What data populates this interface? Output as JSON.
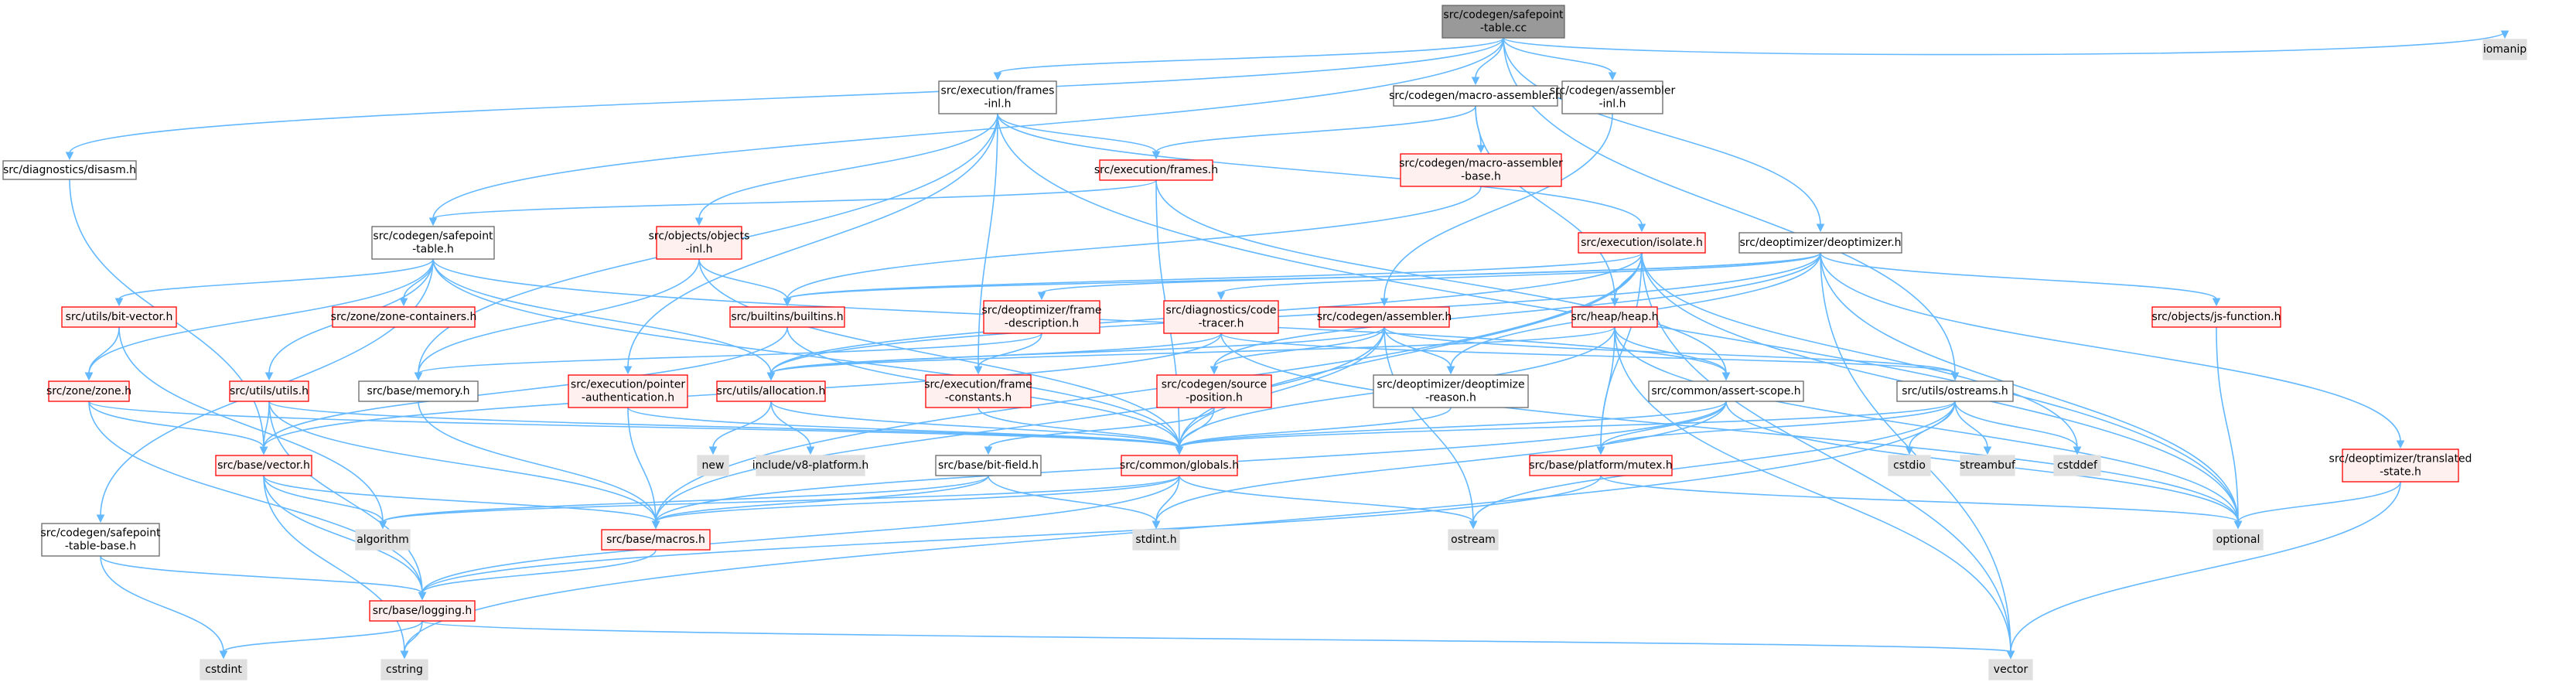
{
  "colors": {
    "edge": "#63B8FF",
    "root_fill": "#999999",
    "root_border": "#666666",
    "normal_fill": "#FFFFFF",
    "normal_border": "#666666",
    "red_fill": "#FFF0F0",
    "red_border": "#FF0000",
    "sys_fill": "#E0E0E0",
    "sys_border": "#E0E0E0",
    "text": "#000000"
  },
  "nodes": [
    {
      "id": "root",
      "lines": [
        "src/codegen/safepoint",
        "-table.cc"
      ],
      "style": "root"
    },
    {
      "id": "disasm",
      "lines": [
        "src/diagnostics/disasm.h"
      ],
      "style": "normal"
    },
    {
      "id": "frames_inl",
      "lines": [
        "src/execution/frames",
        "-inl.h"
      ],
      "style": "normal"
    },
    {
      "id": "macro_asm",
      "lines": [
        "src/codegen/macro-assembler.h"
      ],
      "style": "normal"
    },
    {
      "id": "asm_inl",
      "lines": [
        "src/codegen/assembler",
        "-inl.h"
      ],
      "style": "normal"
    },
    {
      "id": "iomanip",
      "lines": [
        "iomanip"
      ],
      "style": "sys"
    },
    {
      "id": "frames_h",
      "lines": [
        "src/execution/frames.h"
      ],
      "style": "red"
    },
    {
      "id": "macro_asm_base",
      "lines": [
        "src/codegen/macro-assembler",
        "-base.h"
      ],
      "style": "red"
    },
    {
      "id": "safepoint_h",
      "lines": [
        "src/codegen/safepoint",
        "-table.h"
      ],
      "style": "normal"
    },
    {
      "id": "objects_inl",
      "lines": [
        "src/objects/objects",
        "-inl.h"
      ],
      "style": "red"
    },
    {
      "id": "isolate",
      "lines": [
        "src/execution/isolate.h"
      ],
      "style": "red"
    },
    {
      "id": "deoptimizer",
      "lines": [
        "src/deoptimizer/deoptimizer.h"
      ],
      "style": "normal"
    },
    {
      "id": "bitvector",
      "lines": [
        "src/utils/bit-vector.h"
      ],
      "style": "red"
    },
    {
      "id": "zone_cont",
      "lines": [
        "src/zone/zone-containers.h"
      ],
      "style": "red"
    },
    {
      "id": "builtins",
      "lines": [
        "src/builtins/builtins.h"
      ],
      "style": "red"
    },
    {
      "id": "frame_desc",
      "lines": [
        "src/deoptimizer/frame",
        "-description.h"
      ],
      "style": "red"
    },
    {
      "id": "code_tracer",
      "lines": [
        "src/diagnostics/code",
        "-tracer.h"
      ],
      "style": "red"
    },
    {
      "id": "assembler",
      "lines": [
        "src/codegen/assembler.h"
      ],
      "style": "red"
    },
    {
      "id": "heap",
      "lines": [
        "src/heap/heap.h"
      ],
      "style": "red"
    },
    {
      "id": "jsfunction",
      "lines": [
        "src/objects/js-function.h"
      ],
      "style": "red"
    },
    {
      "id": "zone_h",
      "lines": [
        "src/zone/zone.h"
      ],
      "style": "red"
    },
    {
      "id": "utils_h",
      "lines": [
        "src/utils/utils.h"
      ],
      "style": "red"
    },
    {
      "id": "memory",
      "lines": [
        "src/base/memory.h"
      ],
      "style": "normal"
    },
    {
      "id": "pointer_auth",
      "lines": [
        "src/execution/pointer",
        "-authentication.h"
      ],
      "style": "red"
    },
    {
      "id": "allocation",
      "lines": [
        "src/utils/allocation.h"
      ],
      "style": "red"
    },
    {
      "id": "frame_const",
      "lines": [
        "src/execution/frame",
        "-constants.h"
      ],
      "style": "red"
    },
    {
      "id": "source_pos",
      "lines": [
        "src/codegen/source",
        "-position.h"
      ],
      "style": "red"
    },
    {
      "id": "deopt_reason",
      "lines": [
        "src/deoptimizer/deoptimize",
        "-reason.h"
      ],
      "style": "normal"
    },
    {
      "id": "assert_scope",
      "lines": [
        "src/common/assert-scope.h"
      ],
      "style": "normal"
    },
    {
      "id": "ostreams",
      "lines": [
        "src/utils/ostreams.h"
      ],
      "style": "normal"
    },
    {
      "id": "translated",
      "lines": [
        "src/deoptimizer/translated",
        "-state.h"
      ],
      "style": "red"
    },
    {
      "id": "new",
      "lines": [
        "new"
      ],
      "style": "sys"
    },
    {
      "id": "v8platform",
      "lines": [
        "include/v8-platform.h"
      ],
      "style": "sys"
    },
    {
      "id": "vector_h",
      "lines": [
        "src/base/vector.h"
      ],
      "style": "red"
    },
    {
      "id": "bitfield",
      "lines": [
        "src/base/bit-field.h"
      ],
      "style": "normal"
    },
    {
      "id": "globals",
      "lines": [
        "src/common/globals.h"
      ],
      "style": "red"
    },
    {
      "id": "mutex",
      "lines": [
        "src/base/platform/mutex.h"
      ],
      "style": "red"
    },
    {
      "id": "cstdio",
      "lines": [
        "cstdio"
      ],
      "style": "sys"
    },
    {
      "id": "streambuf",
      "lines": [
        "streambuf"
      ],
      "style": "sys"
    },
    {
      "id": "cstddef",
      "lines": [
        "cstddef"
      ],
      "style": "sys"
    },
    {
      "id": "safepoint_base",
      "lines": [
        "src/codegen/safepoint",
        "-table-base.h"
      ],
      "style": "normal"
    },
    {
      "id": "algorithm",
      "lines": [
        "algorithm"
      ],
      "style": "sys"
    },
    {
      "id": "macros",
      "lines": [
        "src/base/macros.h"
      ],
      "style": "red"
    },
    {
      "id": "stdint",
      "lines": [
        "stdint.h"
      ],
      "style": "sys"
    },
    {
      "id": "ostream",
      "lines": [
        "ostream"
      ],
      "style": "sys"
    },
    {
      "id": "optional",
      "lines": [
        "optional"
      ],
      "style": "sys"
    },
    {
      "id": "logging",
      "lines": [
        "src/base/logging.h"
      ],
      "style": "red"
    },
    {
      "id": "cstdint",
      "lines": [
        "cstdint"
      ],
      "style": "sys"
    },
    {
      "id": "cstring",
      "lines": [
        "cstring"
      ],
      "style": "sys"
    },
    {
      "id": "vector",
      "lines": [
        "vector"
      ],
      "style": "sys"
    }
  ],
  "edges": [
    [
      "root",
      "disasm"
    ],
    [
      "root",
      "frames_inl"
    ],
    [
      "root",
      "macro_asm"
    ],
    [
      "root",
      "asm_inl"
    ],
    [
      "root",
      "iomanip"
    ],
    [
      "root",
      "safepoint_h"
    ],
    [
      "root",
      "deoptimizer"
    ],
    [
      "root",
      "ostreams"
    ],
    [
      "disasm",
      "vector_h"
    ],
    [
      "frames_inl",
      "frames_h"
    ],
    [
      "frames_inl",
      "objects_inl"
    ],
    [
      "frames_inl",
      "isolate"
    ],
    [
      "frames_inl",
      "memory"
    ],
    [
      "frames_inl",
      "pointer_auth"
    ],
    [
      "frames_inl",
      "frame_const"
    ],
    [
      "frames_inl",
      "optional"
    ],
    [
      "macro_asm",
      "frames_h"
    ],
    [
      "macro_asm",
      "macro_asm_base"
    ],
    [
      "macro_asm",
      "heap"
    ],
    [
      "macro_asm_base",
      "builtins"
    ],
    [
      "asm_inl",
      "assembler"
    ],
    [
      "frames_h",
      "safepoint_h"
    ],
    [
      "frames_h",
      "globals"
    ],
    [
      "frames_h",
      "assert_scope"
    ],
    [
      "safepoint_h",
      "bitvector"
    ],
    [
      "safepoint_h",
      "zone_cont"
    ],
    [
      "safepoint_h",
      "zone_h"
    ],
    [
      "safepoint_h",
      "utils_h"
    ],
    [
      "safepoint_h",
      "allocation"
    ],
    [
      "safepoint_h",
      "globals"
    ],
    [
      "safepoint_h",
      "safepoint_base"
    ],
    [
      "safepoint_h",
      "assert_scope"
    ],
    [
      "objects_inl",
      "builtins"
    ],
    [
      "objects_inl",
      "memory"
    ],
    [
      "objects_inl",
      "globals"
    ],
    [
      "isolate",
      "builtins"
    ],
    [
      "isolate",
      "heap"
    ],
    [
      "isolate",
      "allocation"
    ],
    [
      "isolate",
      "globals"
    ],
    [
      "isolate",
      "mutex"
    ],
    [
      "isolate",
      "optional"
    ],
    [
      "isolate",
      "vector"
    ],
    [
      "isolate",
      "cstddef"
    ],
    [
      "isolate",
      "macros"
    ],
    [
      "deoptimizer",
      "frame_desc"
    ],
    [
      "deoptimizer",
      "code_tracer"
    ],
    [
      "deoptimizer",
      "jsfunction"
    ],
    [
      "deoptimizer",
      "translated"
    ],
    [
      "deoptimizer",
      "source_pos"
    ],
    [
      "deoptimizer",
      "deopt_reason"
    ],
    [
      "deoptimizer",
      "builtins"
    ],
    [
      "deoptimizer",
      "allocation"
    ],
    [
      "deoptimizer",
      "optional"
    ],
    [
      "deoptimizer",
      "vector"
    ],
    [
      "bitvector",
      "zone_h"
    ],
    [
      "bitvector",
      "algorithm"
    ],
    [
      "zone_h",
      "vector_h"
    ],
    [
      "zone_h",
      "globals"
    ],
    [
      "zone_h",
      "logging"
    ],
    [
      "builtins",
      "globals"
    ],
    [
      "builtins",
      "vector_h"
    ],
    [
      "frame_desc",
      "frame_const"
    ],
    [
      "frame_desc",
      "memory"
    ],
    [
      "code_tracer",
      "allocation"
    ],
    [
      "code_tracer",
      "ostreams"
    ],
    [
      "code_tracer",
      "optional"
    ],
    [
      "code_tracer",
      "vector_h"
    ],
    [
      "assembler",
      "source_pos"
    ],
    [
      "assembler",
      "deopt_reason"
    ],
    [
      "assembler",
      "allocation"
    ],
    [
      "assembler",
      "globals"
    ],
    [
      "assembler",
      "ostream"
    ],
    [
      "assembler",
      "ostreams"
    ],
    [
      "assembler",
      "macros"
    ],
    [
      "heap",
      "assert_scope"
    ],
    [
      "heap",
      "globals"
    ],
    [
      "heap",
      "mutex"
    ],
    [
      "heap",
      "allocation"
    ],
    [
      "heap",
      "optional"
    ],
    [
      "heap",
      "vector"
    ],
    [
      "jsfunction",
      "optional"
    ],
    [
      "utils_h",
      "vector_h"
    ],
    [
      "utils_h",
      "macros"
    ],
    [
      "utils_h",
      "globals"
    ],
    [
      "utils_h",
      "logging"
    ],
    [
      "memory",
      "macros"
    ],
    [
      "pointer_auth",
      "macros"
    ],
    [
      "pointer_auth",
      "globals"
    ],
    [
      "allocation",
      "new"
    ],
    [
      "allocation",
      "v8platform"
    ],
    [
      "allocation",
      "globals"
    ],
    [
      "frame_const",
      "globals"
    ],
    [
      "source_pos",
      "globals"
    ],
    [
      "source_pos",
      "bitfield"
    ],
    [
      "deopt_reason",
      "globals"
    ],
    [
      "assert_scope",
      "globals"
    ],
    [
      "assert_scope",
      "mutex"
    ],
    [
      "assert_scope",
      "macros"
    ],
    [
      "assert_scope",
      "stdint"
    ],
    [
      "assert_scope",
      "optional"
    ],
    [
      "ostreams",
      "globals"
    ],
    [
      "ostreams",
      "mutex"
    ],
    [
      "ostreams",
      "cstdio"
    ],
    [
      "ostreams",
      "streambuf"
    ],
    [
      "ostreams",
      "cstddef"
    ],
    [
      "ostreams",
      "ostream"
    ],
    [
      "ostreams",
      "cstring"
    ],
    [
      "translated",
      "optional"
    ],
    [
      "translated",
      "vector"
    ],
    [
      "vector_h",
      "algorithm"
    ],
    [
      "vector_h",
      "macros"
    ],
    [
      "vector_h",
      "logging"
    ],
    [
      "vector_h",
      "cstring"
    ],
    [
      "bitfield",
      "macros"
    ],
    [
      "bitfield",
      "stdint"
    ],
    [
      "bitfield",
      "algorithm"
    ],
    [
      "globals",
      "macros"
    ],
    [
      "globals",
      "logging"
    ],
    [
      "globals",
      "stdint"
    ],
    [
      "globals",
      "ostream"
    ],
    [
      "globals",
      "algorithm"
    ],
    [
      "mutex",
      "logging"
    ],
    [
      "mutex",
      "optional"
    ],
    [
      "safepoint_base",
      "cstdint"
    ],
    [
      "safepoint_base",
      "logging"
    ],
    [
      "macros",
      "logging"
    ],
    [
      "logging",
      "cstdint"
    ],
    [
      "logging",
      "cstring"
    ],
    [
      "logging",
      "vector"
    ]
  ]
}
